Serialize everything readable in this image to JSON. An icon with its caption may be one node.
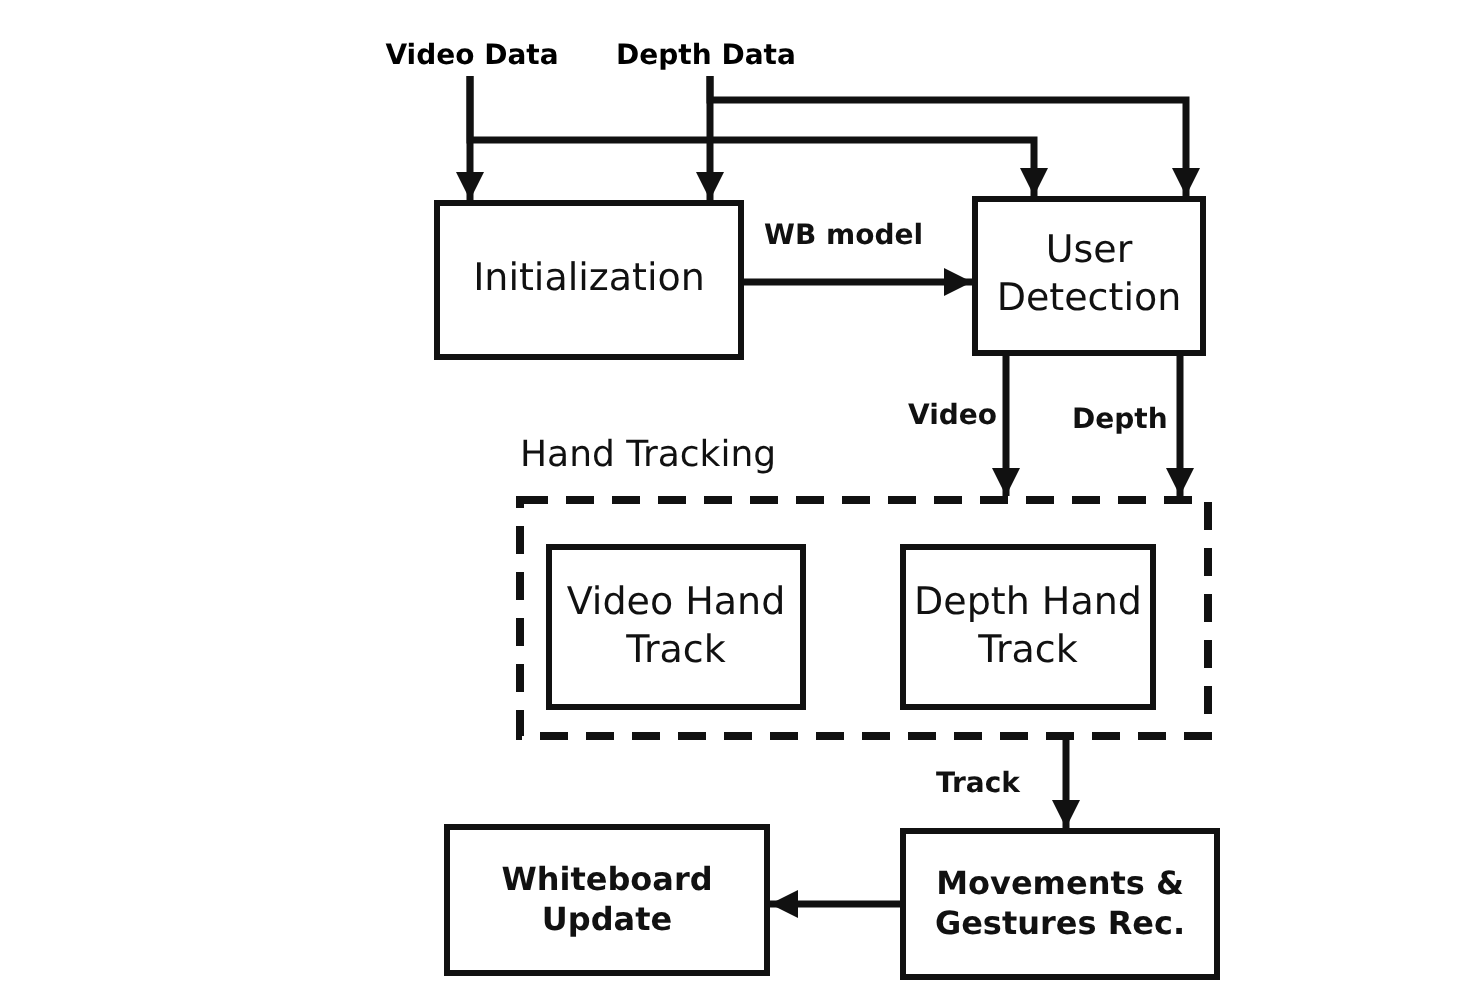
{
  "diagram": {
    "nodes": [
      {
        "text": [
          "Video Data"
        ]
      },
      {
        "text": [
          "Depth Data"
        ]
      },
      {
        "text": [
          "Initialization"
        ]
      },
      {
        "text": [
          "User Detection"
        ]
      },
      {
        "text": [
          "Hand Tracking"
        ]
      },
      {
        "text": [
          "Video Hand Track"
        ],
        "in": 4
      },
      {
        "text": [
          "Depth Hand Track"
        ],
        "in": 4
      },
      {
        "text": [
          "Movements & Gestures Rec."
        ]
      },
      {
        "text": [
          "Whiteboard Update"
        ]
      }
    ],
    "edges": [
      {
        "from": 0,
        "to": 2,
        "arrow": "to"
      },
      {
        "from": 0,
        "to": 3,
        "arrow": "to"
      },
      {
        "from": 1,
        "to": 2,
        "arrow": "to"
      },
      {
        "from": 1,
        "to": 3,
        "arrow": "to"
      },
      {
        "from": 2,
        "to": 3,
        "arrow": "to",
        "label": "WB model"
      },
      {
        "from": 3,
        "to": 4,
        "arrow": "to",
        "label": "Video"
      },
      {
        "from": 3,
        "to": 4,
        "arrow": "to",
        "label": "Depth"
      },
      {
        "from": 4,
        "to": 7,
        "arrow": "to",
        "label": "Track"
      },
      {
        "from": 7,
        "to": 8,
        "arrow": "to"
      }
    ]
  }
}
